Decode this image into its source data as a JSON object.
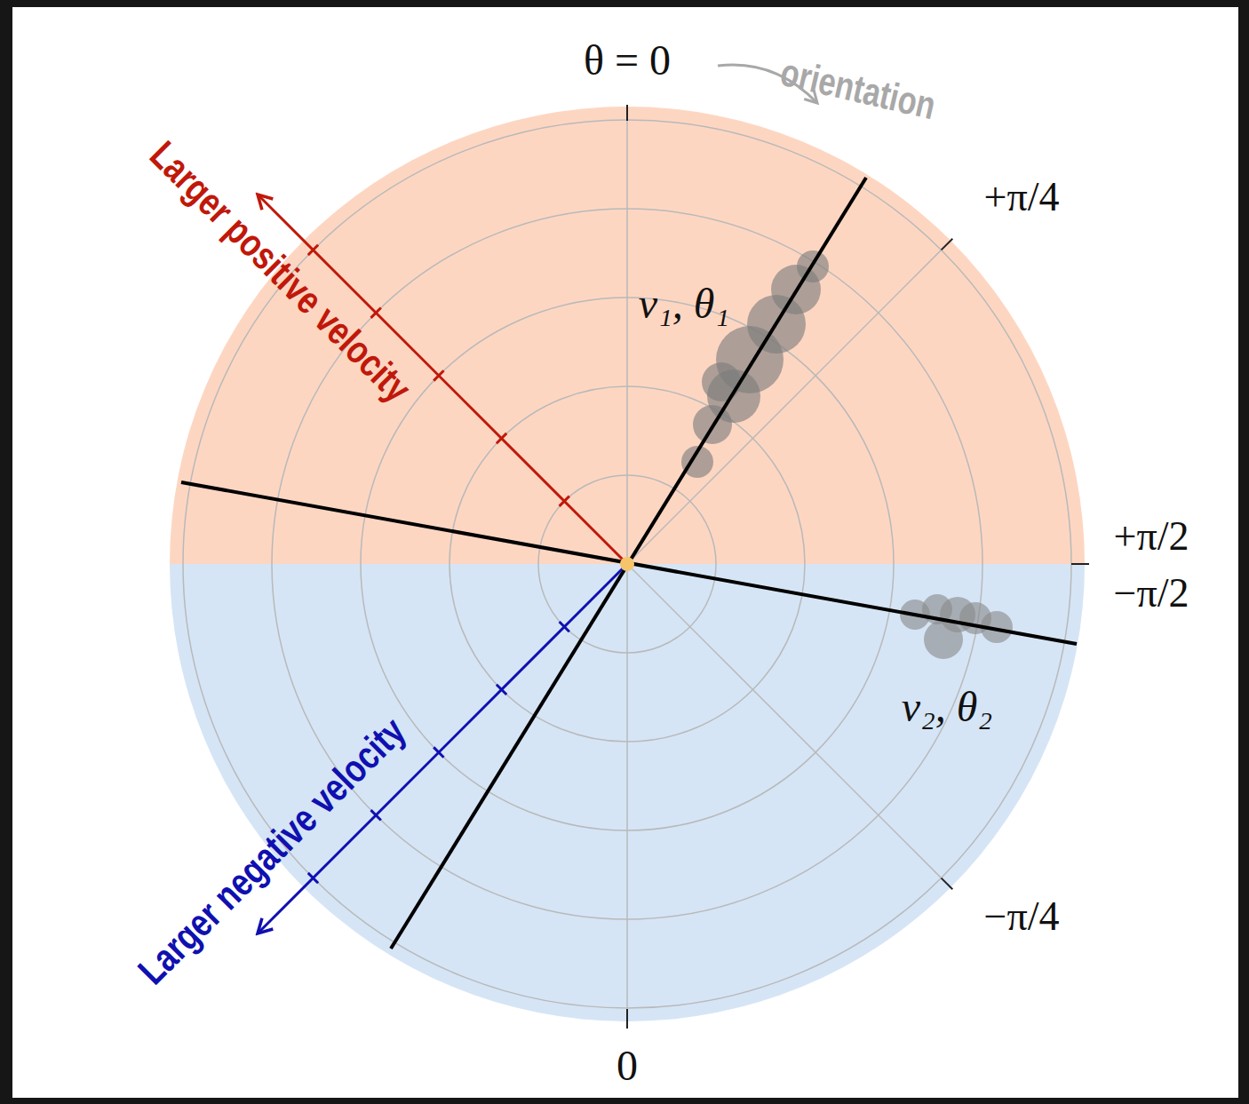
{
  "diagram": {
    "labels": [
      "θ = 0",
      "orientation",
      "+π/4",
      "+π/2",
      "−π/2",
      "−π/4",
      "0",
      "Larger positive velocity",
      "Larger negative velocity",
      "v₁, θ₁",
      "v₂, θ₂"
    ]
  }
}
